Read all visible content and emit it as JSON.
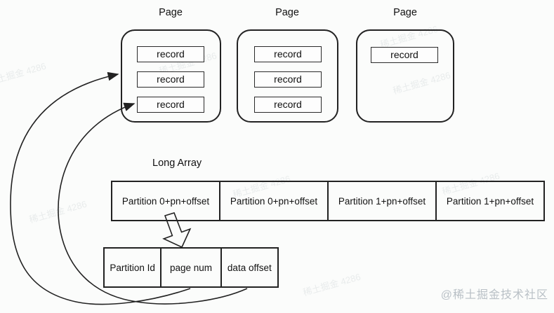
{
  "pages": [
    {
      "label": "Page",
      "records": [
        "record",
        "record",
        "record"
      ]
    },
    {
      "label": "Page",
      "records": [
        "record",
        "record",
        "record"
      ]
    },
    {
      "label": "Page",
      "records": [
        "record"
      ]
    }
  ],
  "long_array": {
    "label": "Long Array",
    "cells": [
      "Partition 0+pn+offset",
      "Partition 0+pn+offset",
      "Partition 1+pn+offset",
      "Partition 1+pn+offset"
    ]
  },
  "entry": {
    "cells": [
      "Partition Id",
      "page num",
      "data offset"
    ]
  },
  "watermark": {
    "tile": "稀土掘金 4286",
    "credit": "@稀土掘金技术社区"
  },
  "colors": {
    "line": "#222222",
    "background": "#fbfcfb",
    "watermark": "#b9c0c6"
  }
}
